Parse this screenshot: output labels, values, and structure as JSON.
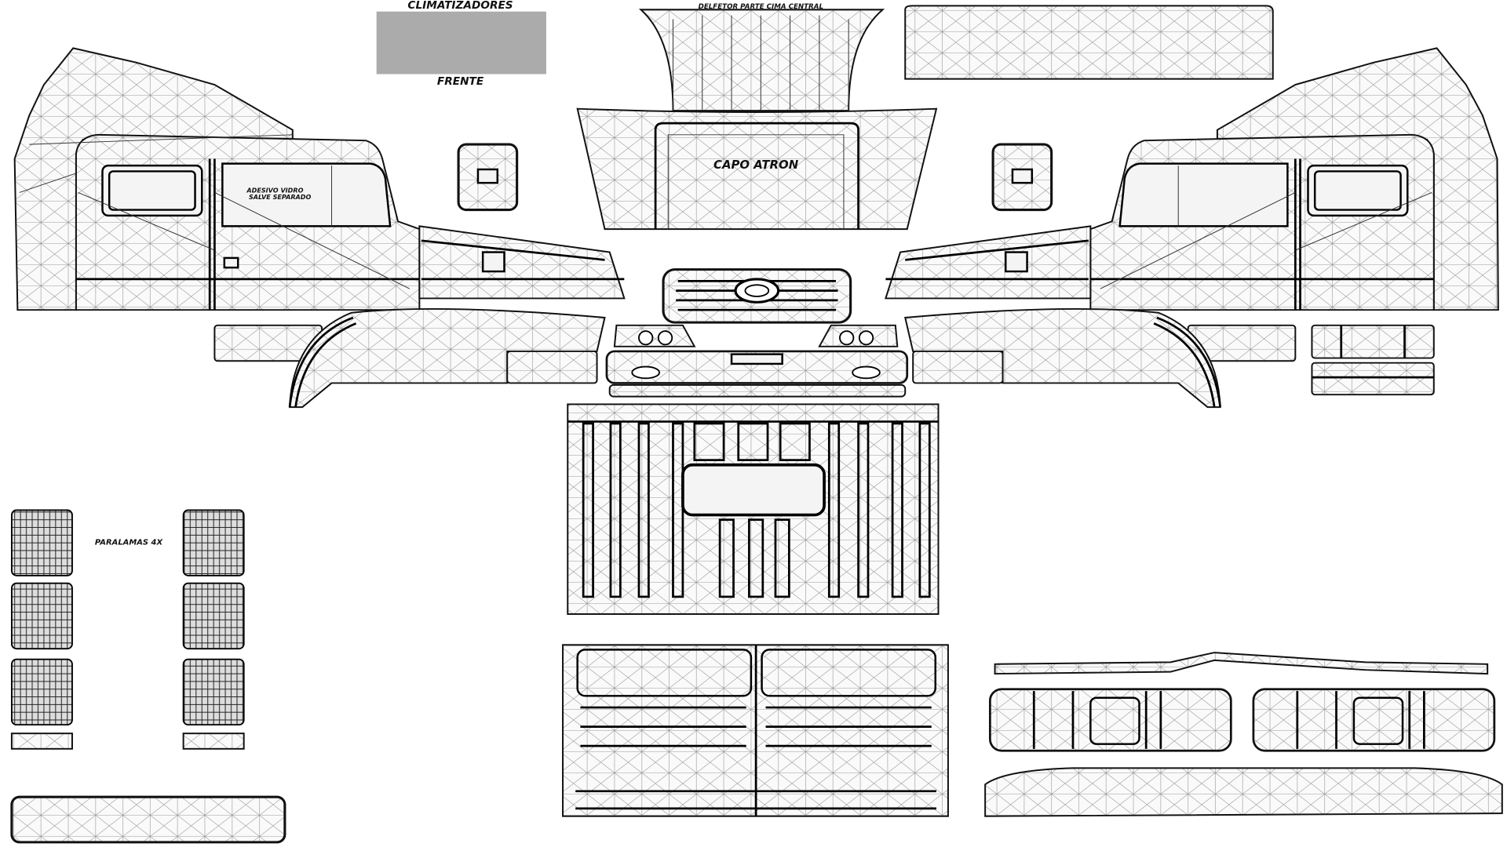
{
  "labels": {
    "climatizadores": "CLIMATIZADORES",
    "frente": "FRENTE",
    "deflector": "DELFETOR PARTE CIMA CENTRAL",
    "capo": "CAPO ATRON",
    "adesivo_line1": "ADESIVO VIDRO",
    "adesivo_line2": "SALVE SEPARADO",
    "paralamas": "PARALAMAS 4X"
  },
  "colors": {
    "climatizadores_fill": "#ababab",
    "wire": "#111111",
    "background": "#ffffff"
  }
}
